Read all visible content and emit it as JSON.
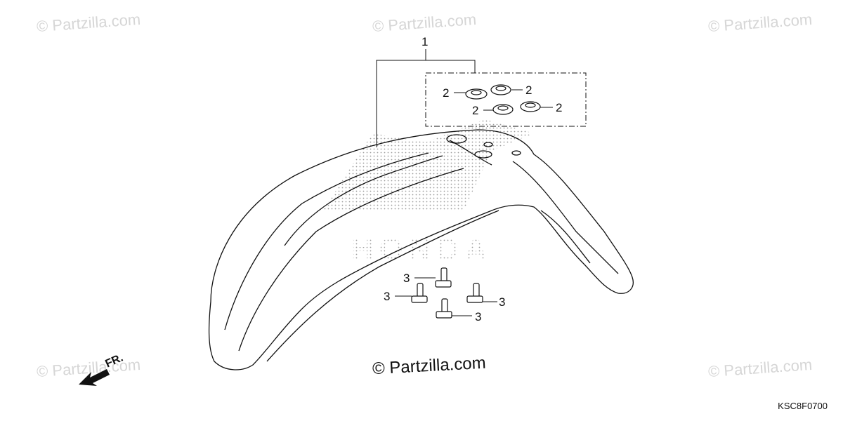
{
  "watermark": "© Partzilla.com",
  "copyright": "© Partzilla.com",
  "callouts": {
    "c1": "1",
    "c2": "2",
    "c3": "3"
  },
  "brand_ghost": "HONDA",
  "direction_label": "FR.",
  "diagram_code": "KSC8F0700",
  "colors": {
    "line": "#111111",
    "watermark": "#d6d6d6",
    "dots": "#9a9a9a"
  }
}
